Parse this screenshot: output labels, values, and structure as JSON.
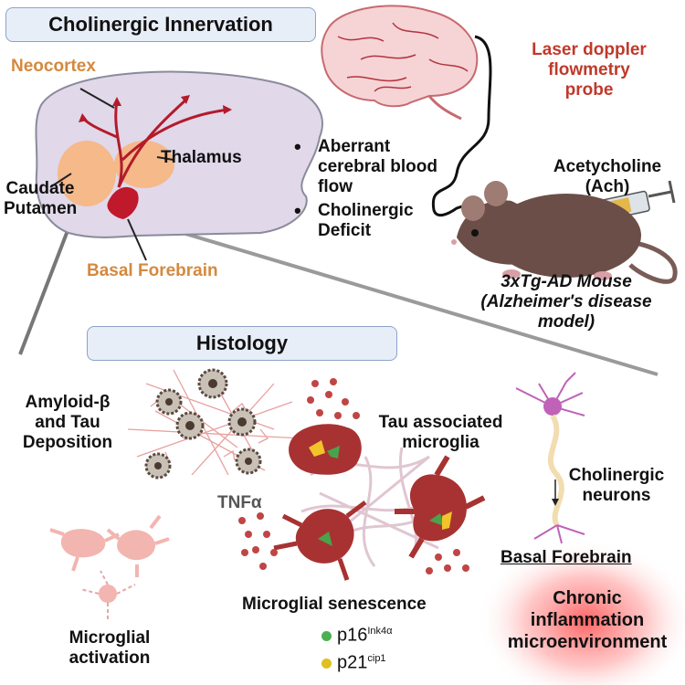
{
  "sections": {
    "cholinergic_title": "Cholinergic Innervation",
    "histology_title": "Histology"
  },
  "brain_regions": {
    "neocortex": "Neocortex",
    "thalamus": "Thalamus",
    "caudate_line1": "Caudate",
    "caudate_line2": "Putamen",
    "basal_forebrain": "Basal Forebrain"
  },
  "probe": {
    "line1": "Laser doppler",
    "line2": "flowmetry",
    "line3": "probe"
  },
  "findings": [
    {
      "line1": "Aberrant",
      "line2": "cerebral blood",
      "line3": "flow"
    },
    {
      "line1": "Cholinergic",
      "line2": "Deficit"
    }
  ],
  "injection": {
    "line1": "Acetycholine",
    "line2": "(Ach)"
  },
  "mouse": {
    "line1": "3xTg-AD Mouse",
    "line2": "(Alzheimer's disease",
    "line3": "model)"
  },
  "histology": {
    "amyloid_line1": "Amyloid-β",
    "amyloid_line2": "and Tau",
    "amyloid_line3": "Deposition",
    "tau_line1": "Tau associated",
    "tau_line2": "microglia",
    "tnf": "TNFα",
    "cholinergic_line1": "Cholinergic",
    "cholinergic_line2": "neurons",
    "activation_line1": "Microglial",
    "activation_line2": "activation",
    "senescence": "Microglial senescence",
    "marker1_base": "p16",
    "marker1_sup": "Ink4α",
    "marker2_base": "p21",
    "marker2_sup": "cip1"
  },
  "region_box": {
    "title": "Basal Forebrain",
    "line1": "Chronic",
    "line2": "inflammation",
    "line3": "microenvironment"
  },
  "colors": {
    "orange_label": "#d4893e",
    "red_label": "#c0392b",
    "dot_green": "#4caf50",
    "dot_yellow": "#e0c020",
    "microglia": "#a83232",
    "pill_fill": "#e8eef8"
  }
}
